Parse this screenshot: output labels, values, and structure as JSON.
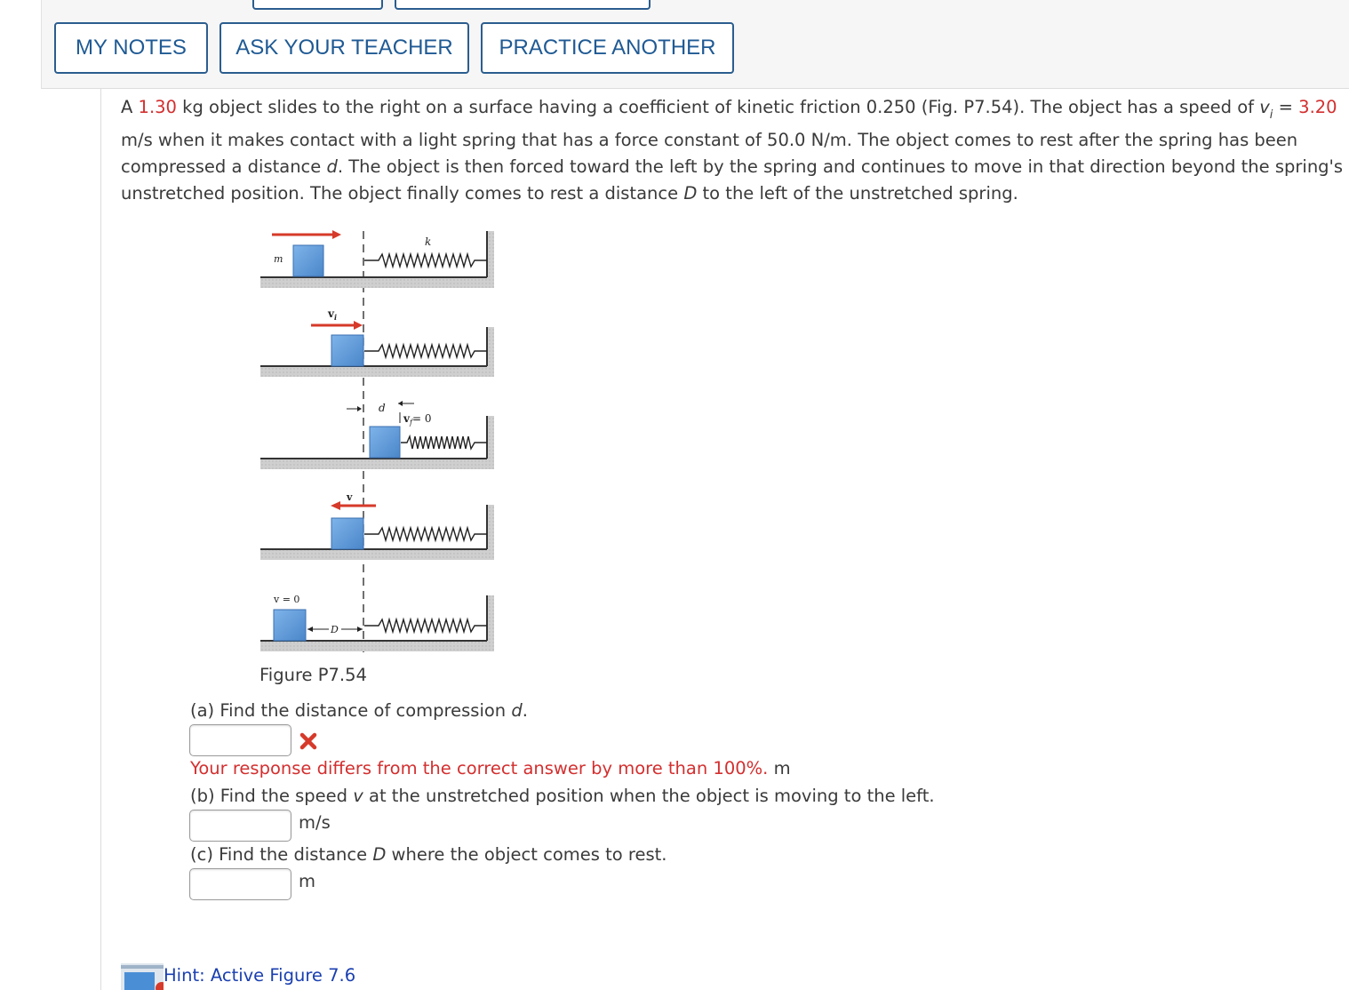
{
  "toolbar": {
    "my_notes": "MY NOTES",
    "ask_teacher": "ASK YOUR TEACHER",
    "practice_another": "PRACTICE ANOTHER"
  },
  "question": {
    "t1": "A ",
    "mass": "1.30",
    "t2": " kg object slides to the right on a surface having a coefficient of kinetic friction 0.250 (Fig. P7.54). The object has a speed of ",
    "vi_symbol": "v",
    "vi_sub": "i",
    "t3": " = ",
    "speed": "3.20",
    "line2": "m/s when it makes contact with a light spring that has a force constant of 50.0 N/m. The object comes to rest after the spring has been",
    "l3a": "compressed a distance ",
    "l3d": "d",
    "l3b": ". The object is then forced toward the left by the spring and continues to move in that direction beyond the spring's",
    "l4a": "unstretched position. The object finally comes to rest a distance ",
    "l4D": "D",
    "l4b": " to the left of the unstretched spring."
  },
  "figure": {
    "caption": "Figure P7.54",
    "labels": {
      "k": "k",
      "m": "m",
      "vi": "v",
      "vi_sub": "i",
      "d": "d",
      "vf": "v",
      "vf_sub": "f",
      "vf_eq": "= 0",
      "v": "v",
      "v0": "v = 0",
      "D": "D"
    }
  },
  "parts": {
    "a": {
      "pre": "(a) Find the distance of compression ",
      "var": "d",
      "post": ".",
      "unit": "m",
      "feedback": "Your response differs from the correct answer by more than 100%."
    },
    "b": {
      "pre": "(b) Find the speed ",
      "var": "v",
      "post": " at the unstretched position when the object is moving to the left.",
      "unit": "m/s"
    },
    "c": {
      "pre": "(c) Find the distance ",
      "var": "D",
      "post": " where the object comes to rest.",
      "unit": "m"
    }
  },
  "hint": {
    "link": "Hint: Active Figure 7.6"
  },
  "colors": {
    "accent": "#1f5a94",
    "error": "#d32f2f",
    "link": "#1a3fb0",
    "block": "#5b9bdc",
    "arrow": "#d63a2a"
  }
}
